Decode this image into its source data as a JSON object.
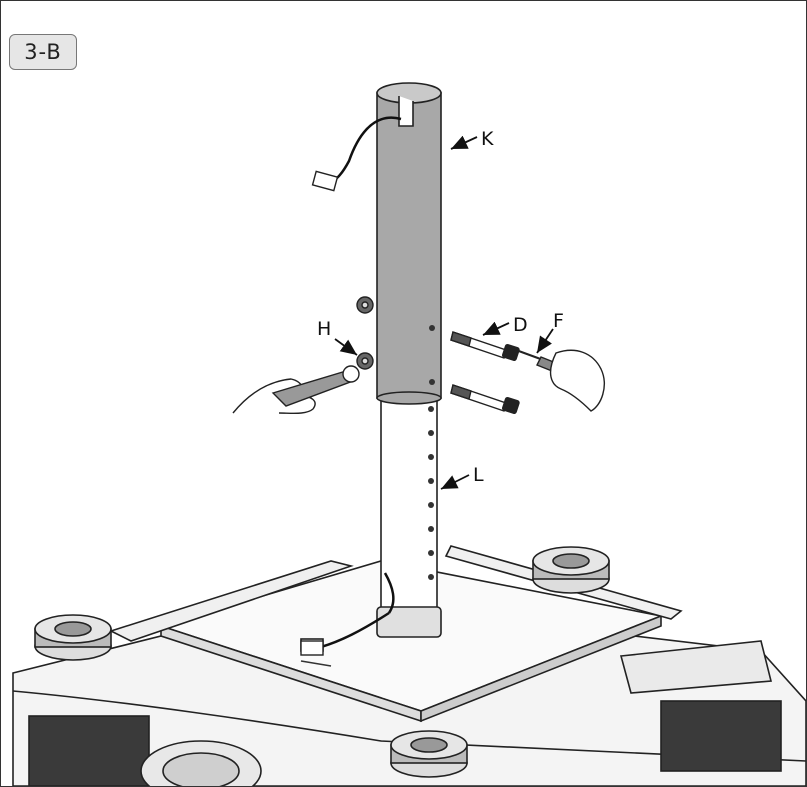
{
  "step_label": "3-B",
  "callouts": {
    "k": "K",
    "l": "L",
    "d": "D",
    "f": "F",
    "h": "H"
  }
}
